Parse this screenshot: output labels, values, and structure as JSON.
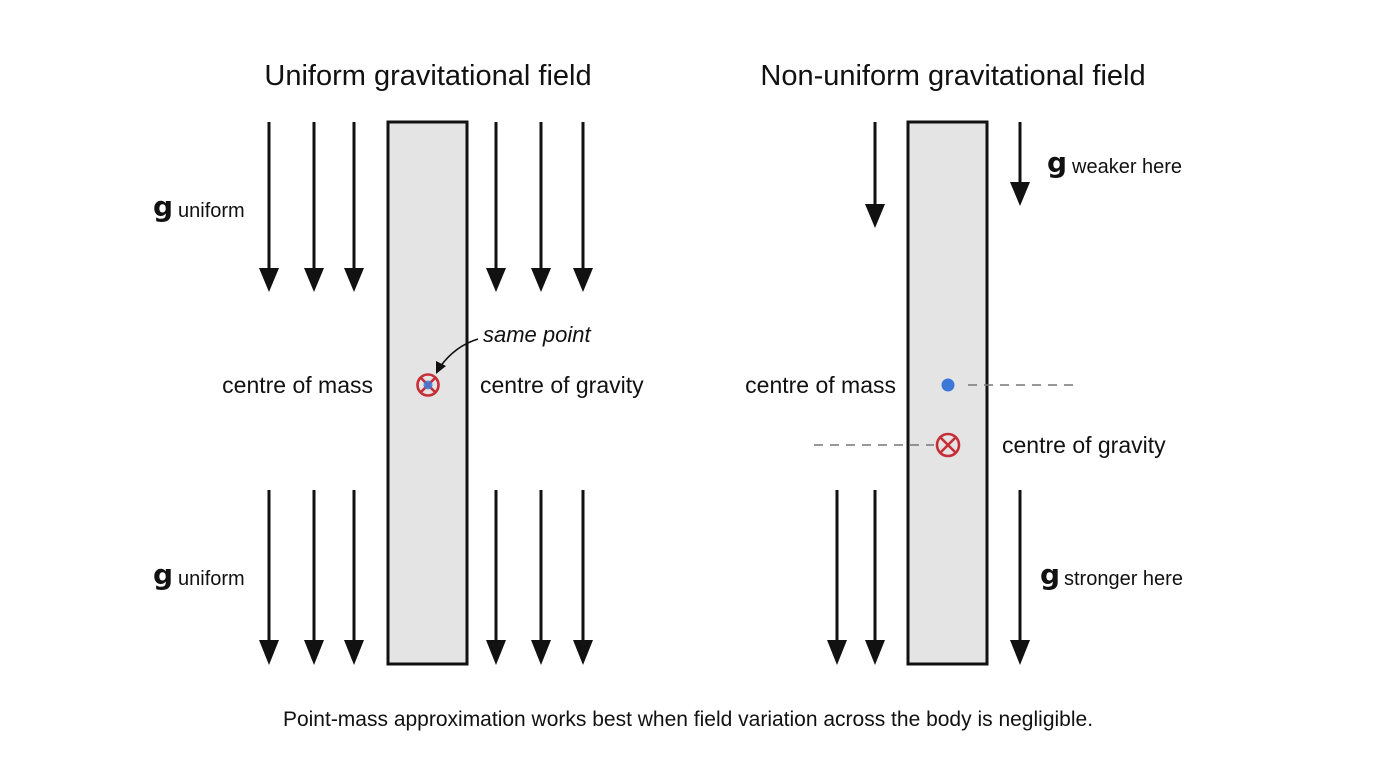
{
  "left_panel": {
    "title": "Uniform gravitational field",
    "g_symbol_top": "g",
    "g_label_top": "uniform",
    "g_symbol_bottom": "g",
    "g_label_bottom": "uniform",
    "centre_of_mass_label": "centre of mass",
    "centre_of_gravity_label": "centre of gravity",
    "same_point_label": "same point"
  },
  "right_panel": {
    "title": "Non-uniform gravitational field",
    "g_symbol_top": "g",
    "g_label_top": "weaker here",
    "g_symbol_bottom": "g",
    "g_label_bottom": "stronger here",
    "centre_of_mass_label": "centre of mass",
    "centre_of_gravity_label": "centre of gravity"
  },
  "caption": "Point-mass approximation works best when field variation across the body is negligible.",
  "colors": {
    "centre_of_gravity_marker": "#c62f37",
    "centre_of_mass_dot": "#3c78d8",
    "rod_fill": "#e4e4e4",
    "arrow": "#111111"
  }
}
